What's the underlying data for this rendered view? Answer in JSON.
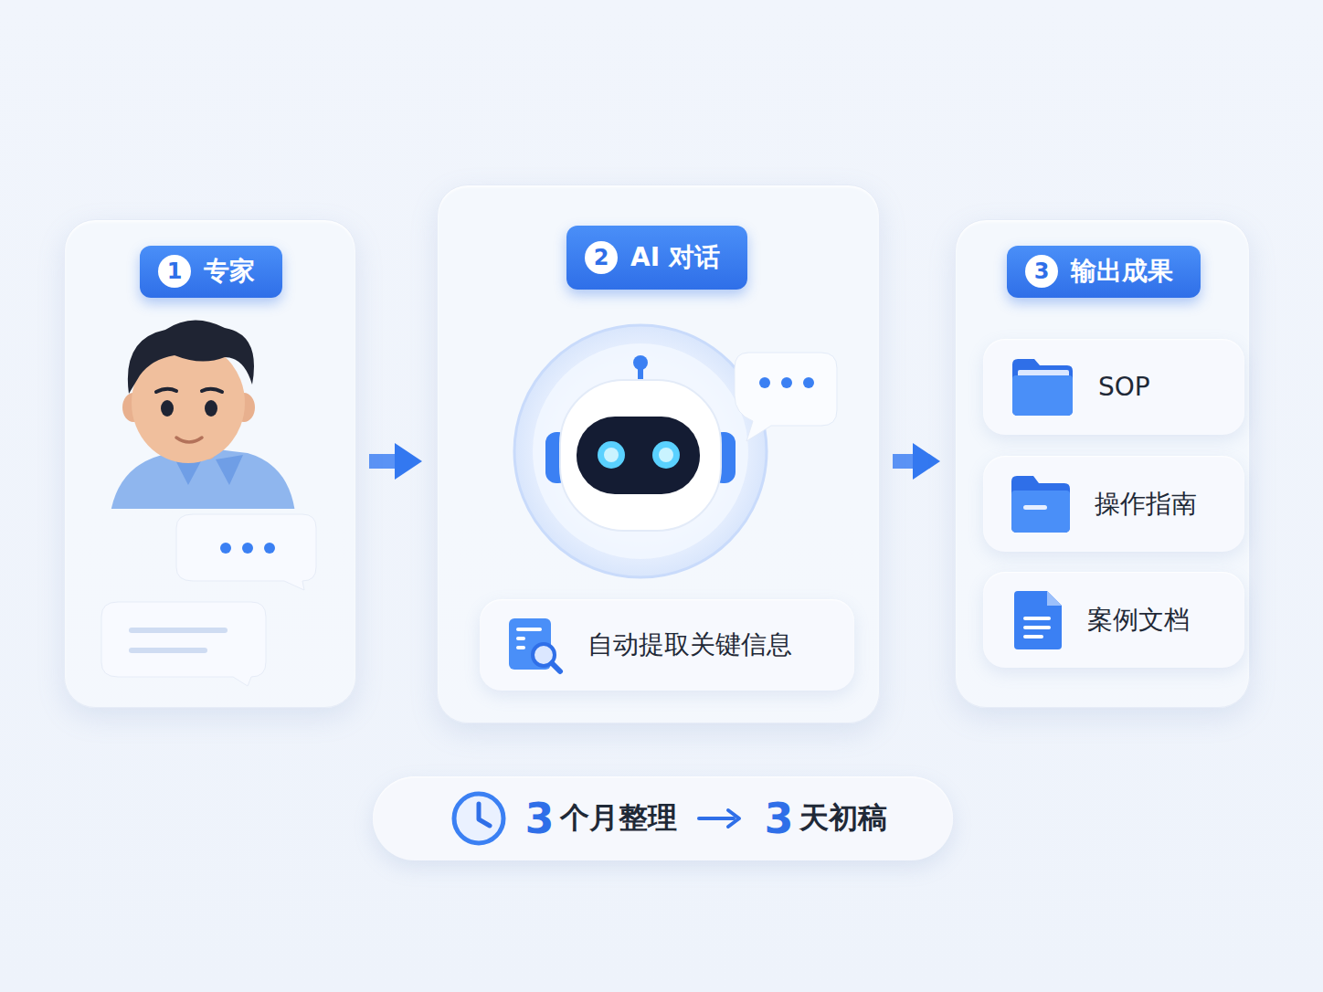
{
  "diagram": {
    "nodes": [
      {
        "text": [
          "1",
          "专家"
        ]
      },
      {
        "text": [
          "2",
          "AI 对话"
        ]
      },
      {
        "text": [
          "自动提取关键信息"
        ],
        "in": 1
      },
      {
        "text": [
          "3",
          "输出成果"
        ]
      },
      {
        "text": [
          "SOP"
        ],
        "in": 3
      },
      {
        "text": [
          "操作指南"
        ],
        "in": 3
      },
      {
        "text": [
          "案例文档"
        ],
        "in": 3
      },
      {
        "text": [
          "3",
          "个月整理",
          "3",
          "天初稿"
        ]
      }
    ],
    "edges": [
      {
        "from": 0,
        "to": 1,
        "arrow": "to"
      },
      {
        "from": 1,
        "to": 3,
        "arrow": "to"
      }
    ]
  }
}
